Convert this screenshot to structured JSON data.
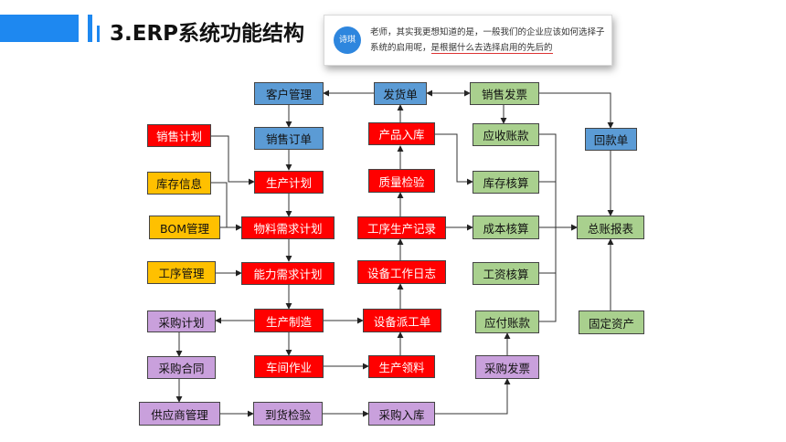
{
  "slide": {
    "title": "3.ERP系统功能结构",
    "accent_color": "#1E88F0"
  },
  "comment": {
    "avatar_label": "诗琪",
    "text_plain": "老师，其实我更想知道的是，一般我们的企业应该如何选择子系统的启用呢，",
    "text_highlight": "是根据什么去选择启用的先后的"
  },
  "colors": {
    "blue": "#5B9BD5",
    "red": "#FF0000",
    "yellow": "#FFC000",
    "green": "#A9D08E",
    "purple": "#C9A0DC"
  },
  "nodes": {
    "customer_mgmt": "客户管理",
    "delivery_note": "发货单",
    "sales_invoice": "销售发票",
    "sales_plan": "销售计划",
    "sales_order": "销售订单",
    "product_inbound": "产品入库",
    "ar": "应收账款",
    "payment_receipt": "回款单",
    "inventory_info": "库存信息",
    "production_plan": "生产计划",
    "quality_check": "质量检验",
    "inventory_accounting": "库存核算",
    "bom_mgmt": "BOM管理",
    "mrp": "物料需求计划",
    "process_record": "工序生产记录",
    "cost_accounting": "成本核算",
    "general_ledger": "总账报表",
    "process_mgmt": "工序管理",
    "crp": "能力需求计划",
    "equipment_log": "设备工作日志",
    "wage_accounting": "工资核算",
    "purchase_plan": "采购计划",
    "manufacturing": "生产制造",
    "equipment_dispatch": "设备派工单",
    "ap": "应付账款",
    "fixed_assets": "固定资产",
    "purchase_contract": "采购合同",
    "shop_operation": "车间作业",
    "material_requisition": "生产领料",
    "purchase_invoice": "采购发票",
    "supplier_mgmt": "供应商管理",
    "arrival_inspection": "到货检验",
    "purchase_inbound": "采购入库"
  }
}
